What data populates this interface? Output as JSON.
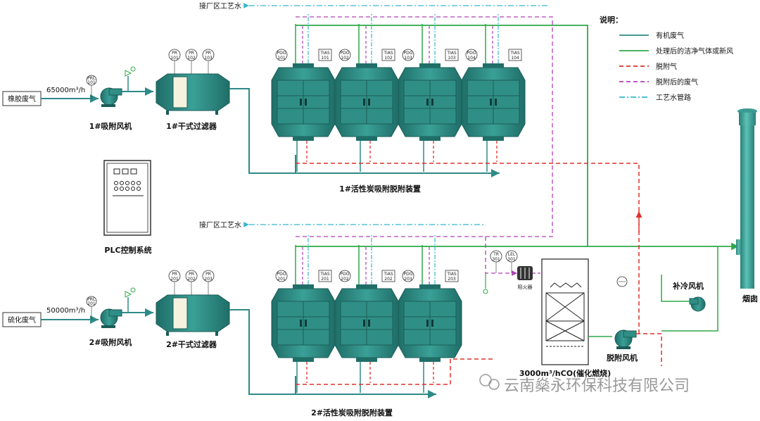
{
  "inlets": {
    "line1": {
      "name": "橡胶废气",
      "flow": "65000m³/h"
    },
    "line2": {
      "name": "硫化废气",
      "flow": "50000m³/h"
    }
  },
  "fans": {
    "fan1": {
      "label": "1#吸附风机",
      "tag": [
        "PRC",
        "101"
      ]
    },
    "fan2": {
      "label": "2#吸附风机",
      "tag": [
        "PRC",
        "201"
      ]
    }
  },
  "filters": {
    "filter1": {
      "label": "1#干式过滤器",
      "tags": [
        [
          "PR",
          "101"
        ],
        [
          "PR",
          "102"
        ],
        [
          "PR",
          "103"
        ]
      ]
    },
    "filter2": {
      "label": "2#干式过滤器",
      "tags": [
        [
          "PR",
          "201"
        ],
        [
          "PR",
          "202"
        ],
        [
          "PR",
          "203"
        ]
      ]
    }
  },
  "process_water": {
    "line1": "接厂区工艺水",
    "line2": "接厂区工艺水"
  },
  "adsorbers": {
    "unit1": {
      "label": "1#活性炭吸附脱附装置",
      "tags": [
        [
          [
            "PDG",
            "101"
          ],
          [
            "TIAS",
            "101"
          ]
        ],
        [
          [
            "PDG",
            "102"
          ],
          [
            "TIAS",
            "102"
          ]
        ],
        [
          [
            "PDG",
            "103"
          ],
          [
            "TIAS",
            "103"
          ]
        ],
        [
          [
            "PDG",
            "104"
          ],
          [
            "TIAS",
            "104"
          ]
        ]
      ]
    },
    "unit2": {
      "label": "2#活性炭吸附脱附装置",
      "tags": [
        [
          [
            "PDG",
            "201"
          ],
          [
            "TIAS",
            "201"
          ]
        ],
        [
          [
            "PDG",
            "202"
          ],
          [
            "TIAS",
            "202"
          ]
        ],
        [
          [
            "PDG",
            "203"
          ],
          [
            "TIAS",
            "203"
          ]
        ]
      ]
    }
  },
  "plc": {
    "label": "PLC控制系统"
  },
  "rco": {
    "label": "3000m³/hCO(催化燃烧)",
    "flame_arrester": "阻火器",
    "tags": [
      [
        "TR",
        "301"
      ],
      [
        "LEL",
        "301"
      ]
    ]
  },
  "desorb_fan": {
    "label": "脱附风机"
  },
  "cooling_fan": {
    "label": "补冷风机"
  },
  "chimney": {
    "label": "烟囱"
  },
  "legend": {
    "title": "说明：",
    "items": [
      {
        "text": "有机废气",
        "color": "#2e8a88",
        "style": "solid"
      },
      {
        "text": "处理后的洁净气体或新风",
        "color": "#2fa84a",
        "style": "solid"
      },
      {
        "text": "脱附气",
        "color": "#e0302a",
        "style": "dash"
      },
      {
        "text": "脱附后的废气",
        "color": "#b040b8",
        "style": "dash"
      },
      {
        "text": "工艺水管路",
        "color": "#36b8d0",
        "style": "dashdot"
      }
    ]
  },
  "watermark": "云南燊永环保科技有限公司",
  "colors": {
    "organic": "#2e8a88",
    "clean": "#2fa84a",
    "desorb": "#e0302a",
    "spent": "#b040b8",
    "water": "#36b8d0",
    "equipment": "#2f8f86"
  }
}
